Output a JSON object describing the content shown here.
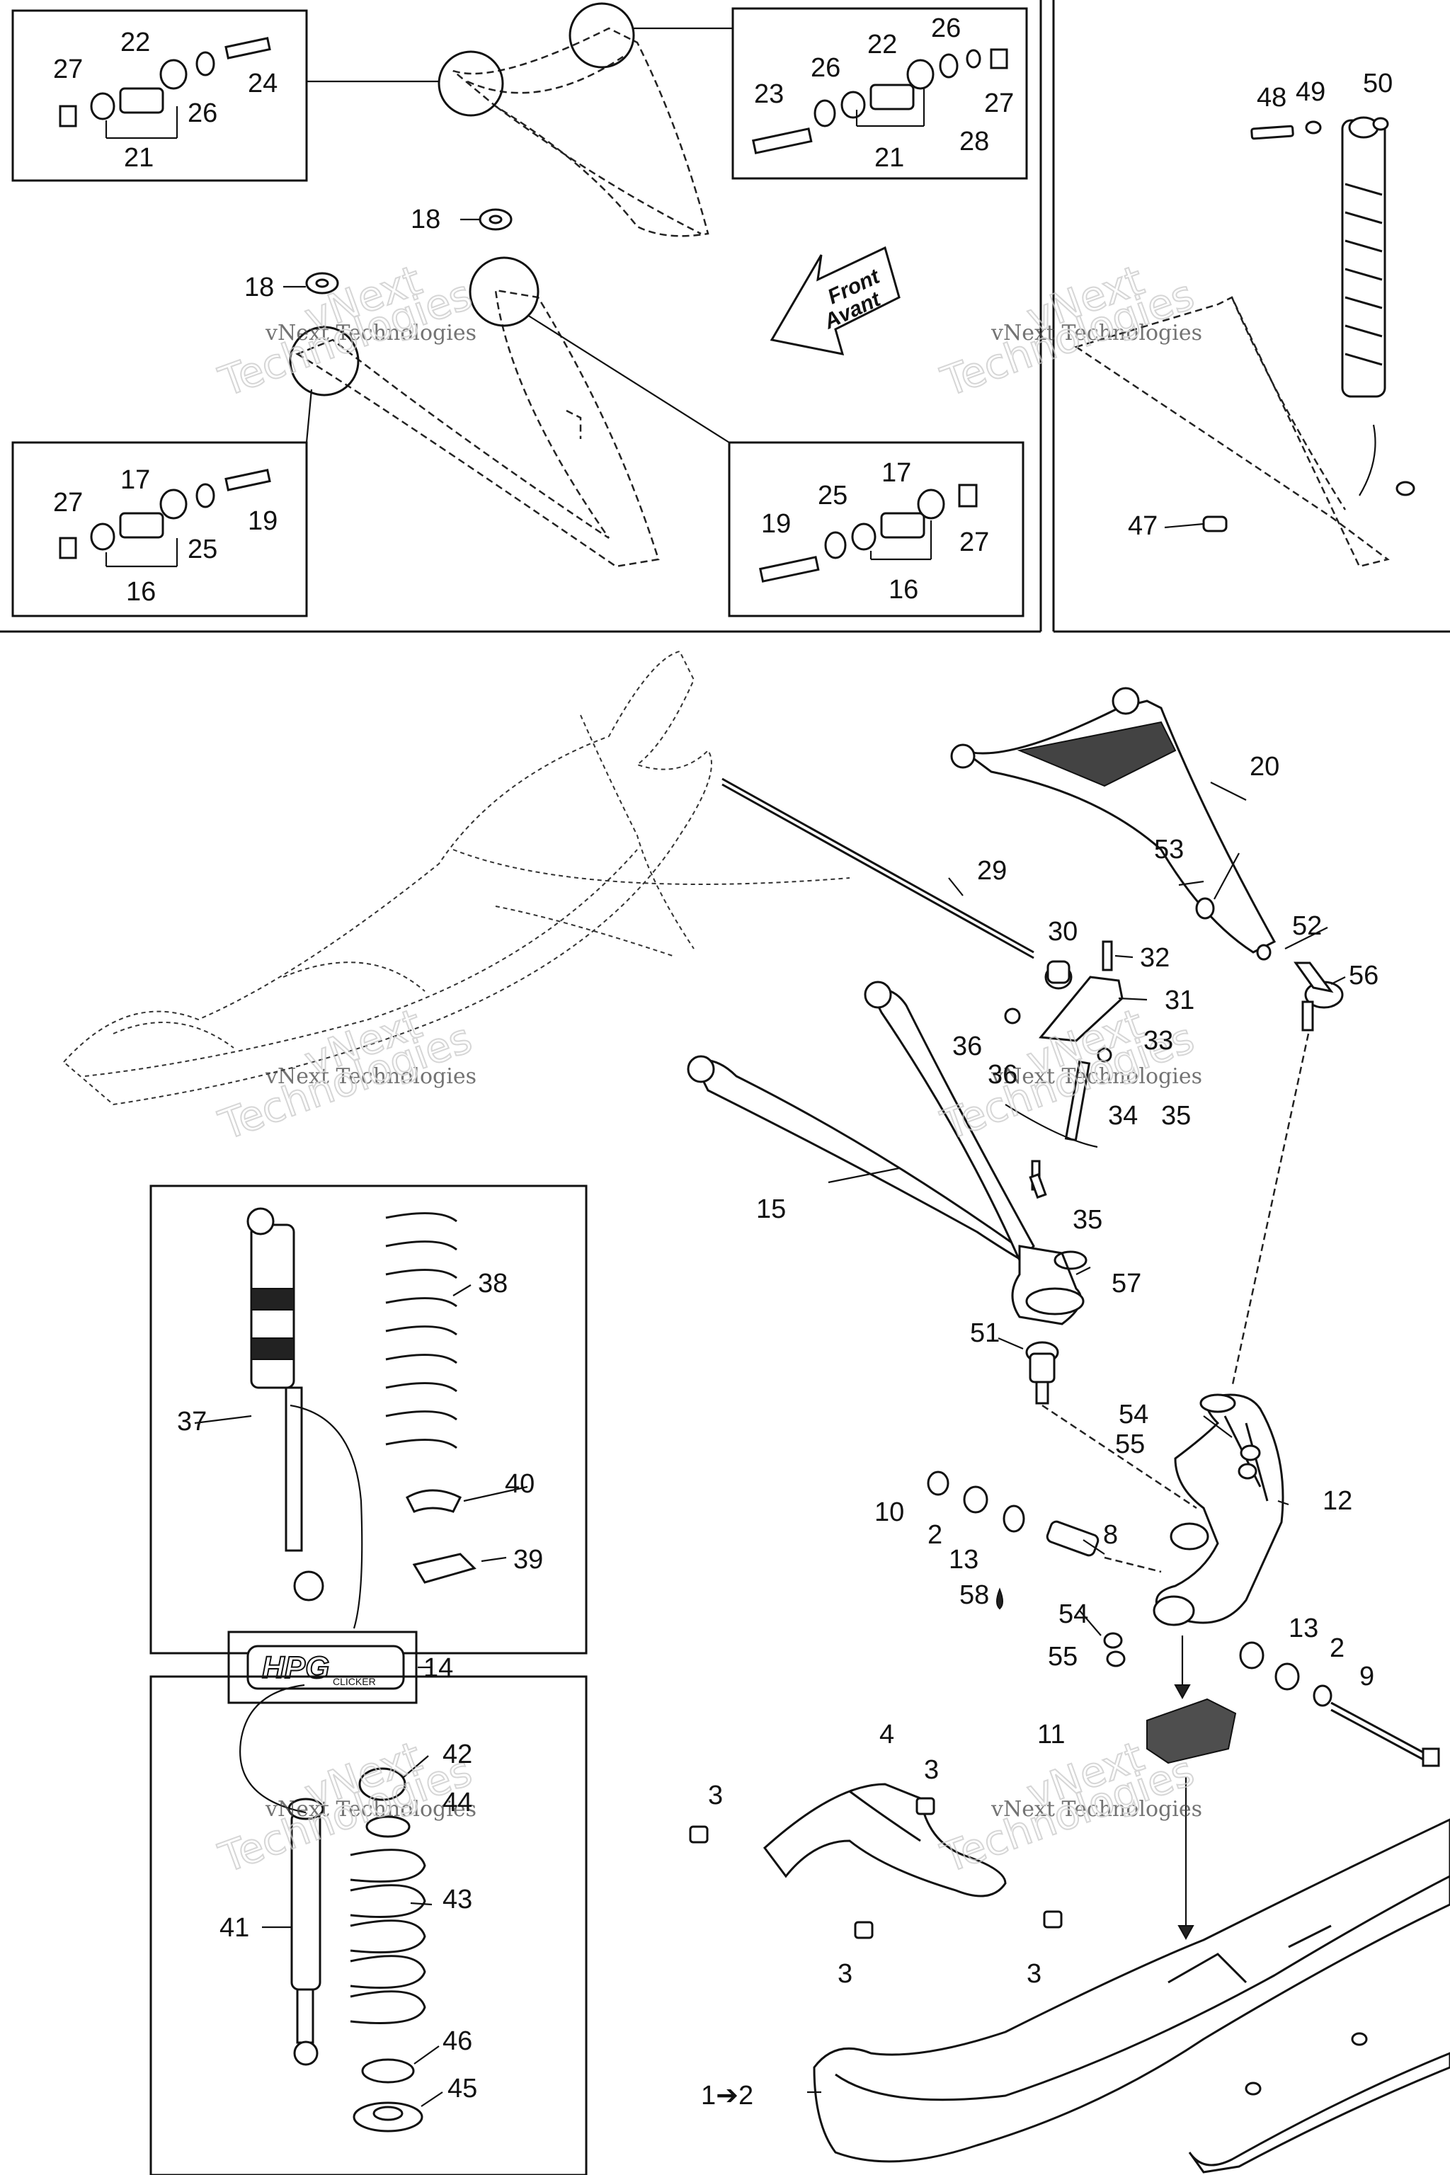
{
  "watermark": {
    "text": "vNext Technologies",
    "line1": "vNext",
    "line2": "Technologies"
  },
  "front_arrow": {
    "line1": "Front",
    "line2": "Avant"
  },
  "logo": {
    "text": "HPG",
    "subtext": "CLICKER"
  },
  "parts": {
    "p1_2": "1➔2",
    "p2": "2",
    "p3": "3",
    "p4": "4",
    "p8": "8",
    "p9": "9",
    "p10": "10",
    "p11": "11",
    "p12": "12",
    "p13": "13",
    "p14": "14",
    "p15": "15",
    "p16": "16",
    "p17": "17",
    "p18": "18",
    "p19": "19",
    "p20": "20",
    "p21": "21",
    "p22": "22",
    "p23": "23",
    "p24": "24",
    "p25": "25",
    "p26": "26",
    "p27": "27",
    "p28": "28",
    "p29": "29",
    "p30": "30",
    "p31": "31",
    "p32": "32",
    "p33": "33",
    "p34": "34",
    "p35": "35",
    "p36": "36",
    "p37": "37",
    "p38": "38",
    "p39": "39",
    "p40": "40",
    "p41": "41",
    "p42": "42",
    "p43": "43",
    "p44": "44",
    "p45": "45",
    "p46": "46",
    "p47": "47",
    "p48": "48",
    "p49": "49",
    "p50": "50",
    "p51": "51",
    "p52": "52",
    "p53": "53",
    "p54": "54",
    "p55": "55",
    "p56": "56",
    "p57": "57",
    "p58": "58"
  }
}
